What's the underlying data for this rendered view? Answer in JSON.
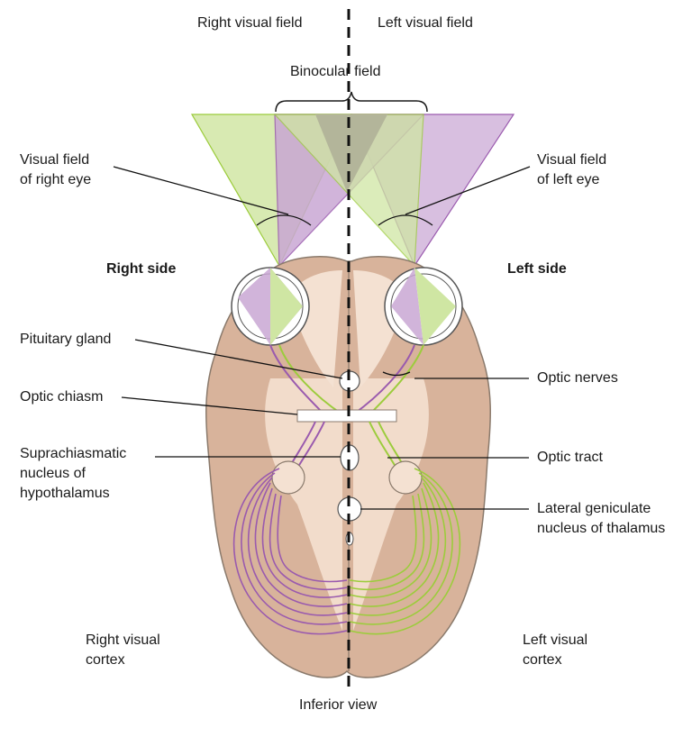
{
  "top": {
    "right_visual_field": "Right visual field",
    "left_visual_field": "Left visual field",
    "binocular_field": "Binocular field"
  },
  "sides": {
    "right": "Right side",
    "left": "Left side"
  },
  "labels": {
    "visual_field_right_eye": [
      "Visual field",
      "of right eye"
    ],
    "visual_field_left_eye": [
      "Visual field",
      "of left eye"
    ],
    "pituitary_gland": "Pituitary gland",
    "optic_chiasm": "Optic chiasm",
    "scn": [
      "Suprachiasmatic",
      "nucleus of",
      "hypothalamus"
    ],
    "optic_nerves": "Optic nerves",
    "optic_tract": "Optic tract",
    "lgn": [
      "Lateral geniculate",
      "nucleus of thalamus"
    ],
    "right_visual_cortex": [
      "Right visual",
      "cortex"
    ],
    "left_visual_cortex": [
      "Left visual",
      "cortex"
    ],
    "inferior_view": "Inferior view"
  },
  "colors": {
    "green_field": "#cfe6a3",
    "purple_field": "#c6a3cf",
    "overlap_field": "#b3b59a",
    "green_path": "#9ccc3c",
    "purple_path": "#9a5aae",
    "brain_fill": "#d9b8a3",
    "brain_light": "#f4e1d2",
    "outline": "#8a7a6c"
  }
}
